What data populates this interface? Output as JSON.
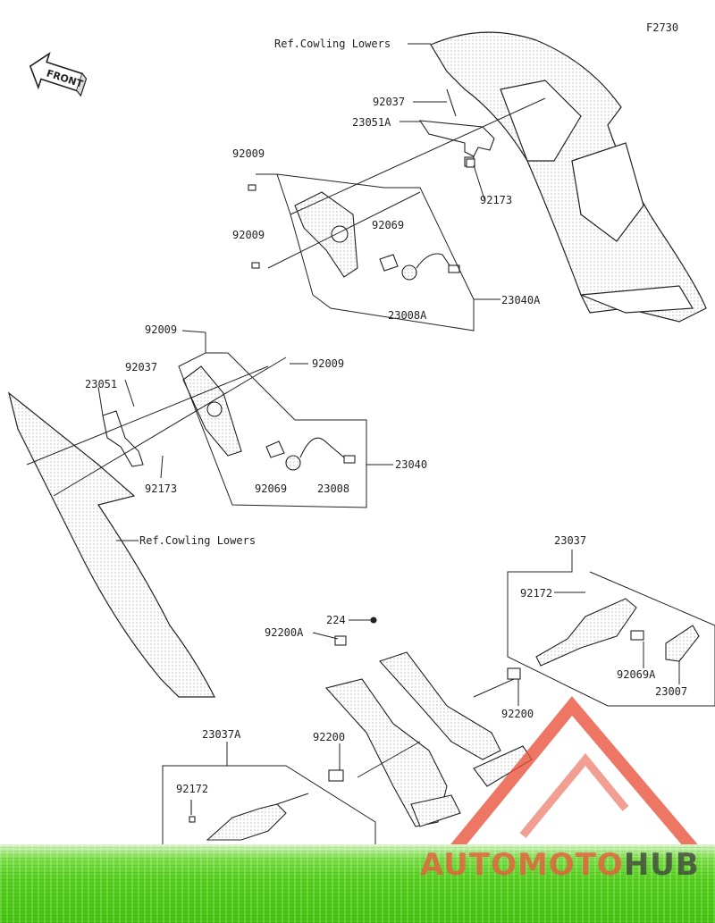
{
  "figure_code": "F2730",
  "front_badge": "FRONT",
  "labels": {
    "ref_top": "Ref.Cowling Lowers",
    "ref_left": "Ref.Cowling Lowers",
    "p92037_a": "92037",
    "p23051A": "23051A",
    "p92009_a": "92009",
    "p92173_a": "92173",
    "p92009_b": "92009",
    "p92069_a": "92069",
    "p23040A": "23040A",
    "p23008A": "23008A",
    "p92009_c": "92009",
    "p92009_d": "92009",
    "p92037_b": "92037",
    "p23051": "23051",
    "p92173_b": "92173",
    "p92069_b": "92069",
    "p23008": "23008",
    "p23040": "23040",
    "p23037": "23037",
    "p92172_a": "92172",
    "p224": "224",
    "p92200A": "92200A",
    "p92069A": "92069A",
    "p92200_a": "92200",
    "p23007": "23007",
    "p23037A": "23037A",
    "p92200_b": "92200",
    "p92172_b": "92172"
  },
  "watermark": {
    "part1": "AUTOMOTO",
    "part2": "HUB"
  },
  "colors": {
    "line": "#222222",
    "part_fill": "#ffffff",
    "watermark": "#e8503a",
    "grass": "#55cf1d"
  }
}
